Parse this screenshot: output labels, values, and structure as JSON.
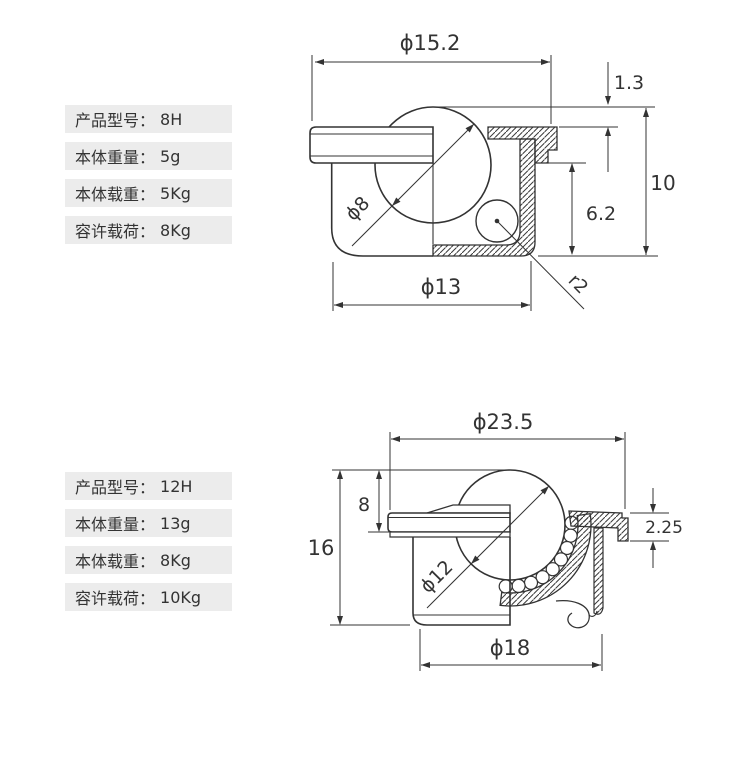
{
  "colors": {
    "page_bg": "#ffffff",
    "table_row_bg": "#ececec",
    "line": "#333333",
    "text": "#333333"
  },
  "spec_table_1": {
    "rows": [
      {
        "label": "产品型号：",
        "value": "8H"
      },
      {
        "label": "本体重量：",
        "value": "5g"
      },
      {
        "label": "本体载重：",
        "value": "5Kg"
      },
      {
        "label": "容许载荷：",
        "value": "8Kg"
      }
    ]
  },
  "spec_table_2": {
    "rows": [
      {
        "label": "产品型号：",
        "value": "12H"
      },
      {
        "label": "本体重量：",
        "value": "13g"
      },
      {
        "label": "本体载重：",
        "value": "8Kg"
      },
      {
        "label": "容许载荷：",
        "value": "10Kg"
      }
    ]
  },
  "drawing_1": {
    "dims": {
      "flange_diameter": "ϕ15.2",
      "ball_protrusion": "1.3",
      "total_height": "10",
      "body_height": "6.2",
      "body_diameter": "ϕ13",
      "ball_diameter": "ϕ8",
      "corner_radius": "r2"
    }
  },
  "drawing_2": {
    "dims": {
      "flange_diameter": "ϕ23.5",
      "upper_height": "8",
      "total_height": "16",
      "plate_thickness": "2.25",
      "ball_diameter": "ϕ12",
      "body_diameter": "ϕ18"
    }
  }
}
